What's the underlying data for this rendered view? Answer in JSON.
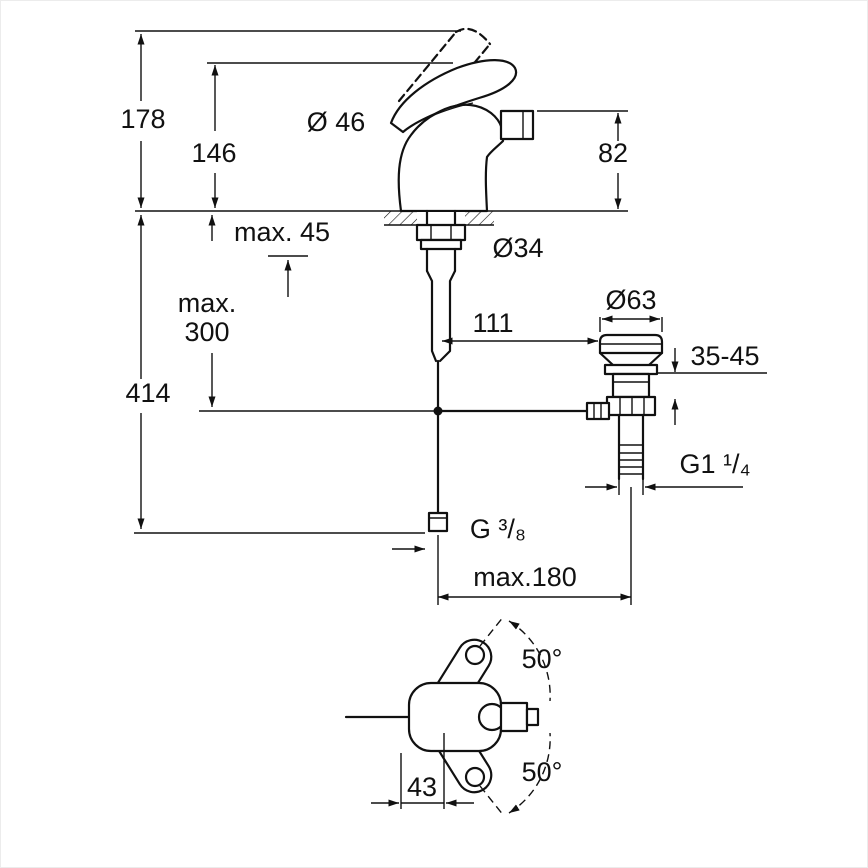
{
  "colors": {
    "line": "#111111",
    "background": "#ffffff"
  },
  "dims": {
    "height_open_handle": "178",
    "height_handle": "146",
    "body_diameter": "Ø 46",
    "spout_height": "82",
    "deck_thickness_max": "max. 45",
    "mounting_hole_diameter": "Ø34",
    "hose_depth_max_word": "max.",
    "hose_depth_max_value": "300",
    "waste_offset": "111",
    "waste_flange_diameter": "Ø63",
    "clamping_range": "35-45",
    "overall_depth": "414",
    "waste_thread": "G1 ¹/₄",
    "hose_thread": "G ³/₈",
    "rod_reach_max": "max.180",
    "swivel_up": "50°",
    "base_width": "43",
    "swivel_down": "50°"
  }
}
